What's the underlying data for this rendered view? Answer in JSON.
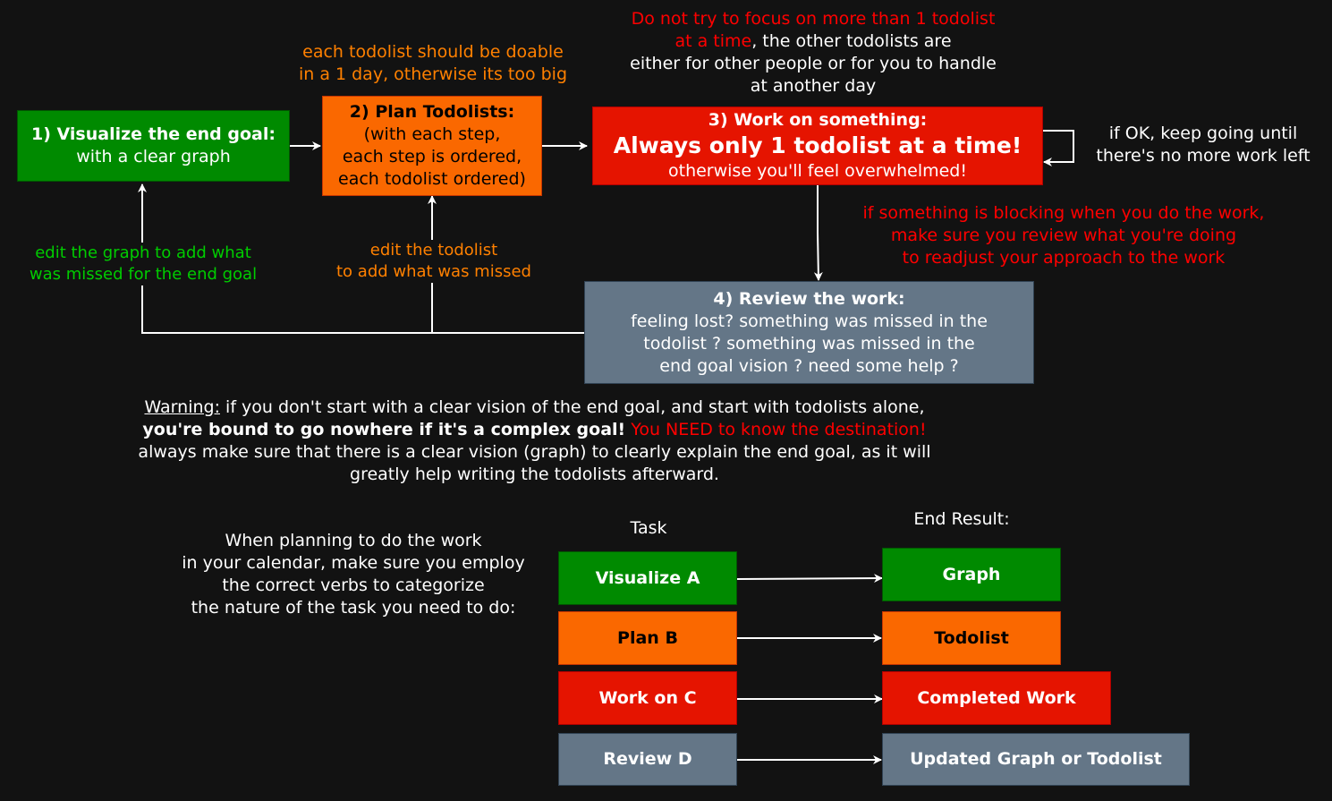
{
  "colors": {
    "background": "#121212",
    "green": "#008a00",
    "orange": "#fa6800",
    "red": "#e51400",
    "slate": "#647687",
    "note_orange": "#ff8000",
    "note_red": "#ff0000",
    "note_green": "#00cc00"
  },
  "flow": {
    "step1": {
      "title": "1) Visualize the end goal:",
      "line1": "with a clear graph"
    },
    "step2": {
      "title": "2) Plan Todolists:",
      "line1": "(with each step,",
      "line2": "each step is ordered,",
      "line3": "each todolist ordered)"
    },
    "step3": {
      "title": "3) Work on something:",
      "headline": "Always only 1 todolist at a time!",
      "line1": "otherwise you'll feel overwhelmed!"
    },
    "step4": {
      "title": "4) Review the work:",
      "line1": "feeling lost? something was missed in the",
      "line2": "todolist ? something was missed in the",
      "line3": "end goal vision ? need some help ?"
    }
  },
  "notes": {
    "doable": {
      "line1": "each todolist should be doable",
      "line2": "in a 1 day, otherwise its too big"
    },
    "focus": {
      "red1": "Do not try to focus on more than 1 todolist",
      "red2": "at a time",
      "white2": ", the other todolists are",
      "line3": "either for other people or for you to handle",
      "line4": "at another day"
    },
    "keep_going": {
      "line1": "if OK, keep going until",
      "line2": "there's no more work left"
    },
    "blocking": {
      "line1": "if something is blocking when you do the work,",
      "line2": "make sure you review what you're doing",
      "line3": "to readjust your approach to the work"
    },
    "edit_graph": {
      "line1": "edit the graph to add what",
      "line2": "was missed for the end goal"
    },
    "edit_todolist": {
      "line1": "edit the todolist",
      "line2": "to add what was missed"
    }
  },
  "warning": {
    "label": "Warning:",
    "line1": " if you don't start with a clear vision of the end goal, and start with todolists alone,",
    "bold2": "you're bound to go nowhere if it's a complex goal!",
    "red2": " You NEED to know the destination!",
    "line3": "always make sure that there is a clear vision (graph) to clearly explain the end goal, as it will",
    "line4": "greatly help writing the todolists afterward."
  },
  "verbs": {
    "intro": {
      "line1": "When planning to do the work",
      "line2": "in your calendar, make sure you employ",
      "line3": "the correct verbs to categorize",
      "line4": "the nature of the task you need to do:"
    },
    "task_header": "Task",
    "result_header": "End Result:",
    "rows": [
      {
        "task": "Visualize A",
        "result": "Graph"
      },
      {
        "task": "Plan B",
        "result": "Todolist"
      },
      {
        "task": "Work on C",
        "result": "Completed Work"
      },
      {
        "task": "Review D",
        "result": "Updated Graph or Todolist"
      }
    ]
  }
}
